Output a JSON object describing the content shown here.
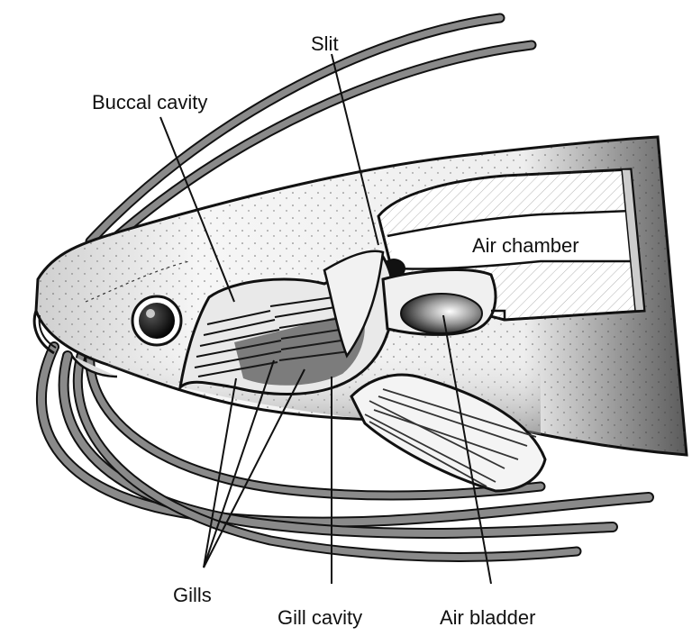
{
  "labels": {
    "slit": "Slit",
    "buccal_cavity": "Buccal cavity",
    "air_chamber": "Air chamber",
    "gills": "Gills",
    "gill_cavity": "Gill cavity",
    "air_bladder": "Air bladder"
  },
  "colors": {
    "outline": "#111111",
    "body_light": "#f4f4f4",
    "body_dark": "#6a6a6a",
    "barbel": "#8a8a8a",
    "background": "#ffffff"
  }
}
